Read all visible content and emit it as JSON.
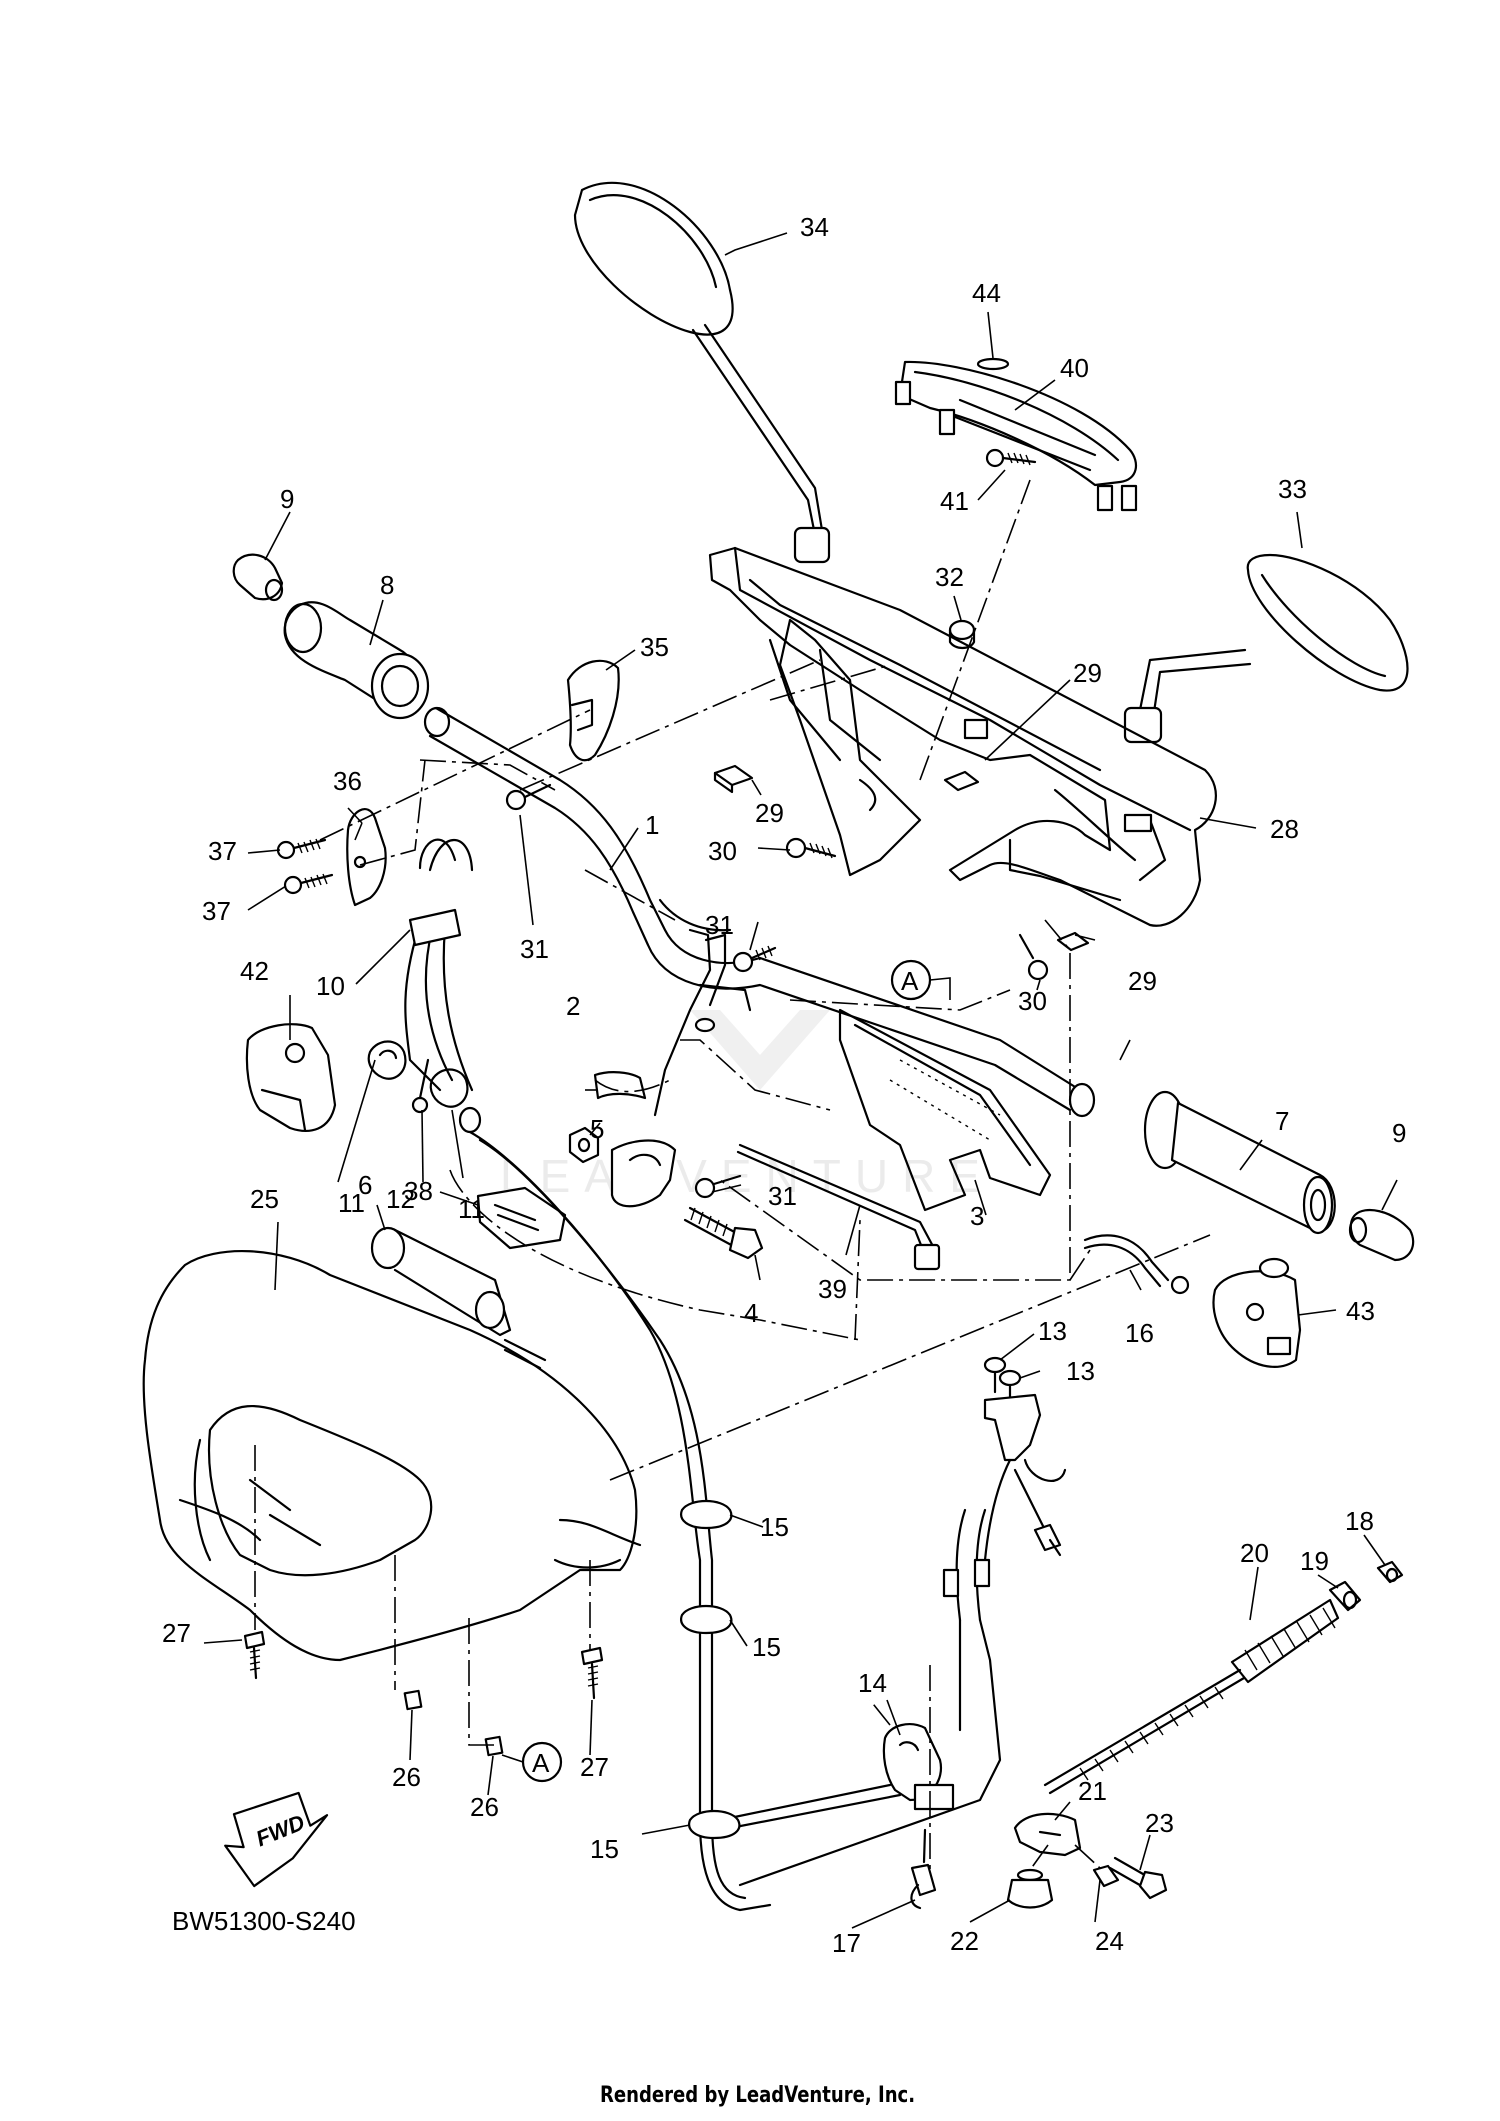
{
  "diagram": {
    "code": "BW51300-S240",
    "credit": "Rendered by LeadVenture, Inc.",
    "watermark": "LEADVENTURE",
    "fwd_label": "FWD",
    "reference_marker": "A"
  },
  "callouts": {
    "c1": "1",
    "c2": "2",
    "c3": "3",
    "c4": "4",
    "c5": "5",
    "c6": "6",
    "c7": "7",
    "c8": "8",
    "c9a": "9",
    "c9b": "9",
    "c10": "10",
    "c11a": "11",
    "c11b": "11",
    "c12": "12",
    "c13a": "13",
    "c13b": "13",
    "c14": "14",
    "c15a": "15",
    "c15b": "15",
    "c15c": "15",
    "c16": "16",
    "c17": "17",
    "c18": "18",
    "c19": "19",
    "c20": "20",
    "c21": "21",
    "c22": "22",
    "c23": "23",
    "c24": "24",
    "c25": "25",
    "c26a": "26",
    "c26b": "26",
    "c27a": "27",
    "c27b": "27",
    "c28": "28",
    "c29a": "29",
    "c29b": "29",
    "c29c": "29",
    "c30a": "30",
    "c30b": "30",
    "c31a": "31",
    "c31b": "31",
    "c31c": "31",
    "c32": "32",
    "c33": "33",
    "c34": "34",
    "c35": "35",
    "c36": "36",
    "c37a": "37",
    "c37b": "37",
    "c38": "38",
    "c39": "39",
    "c40": "40",
    "c41": "41",
    "c42": "42",
    "c43": "43",
    "c44": "44"
  }
}
